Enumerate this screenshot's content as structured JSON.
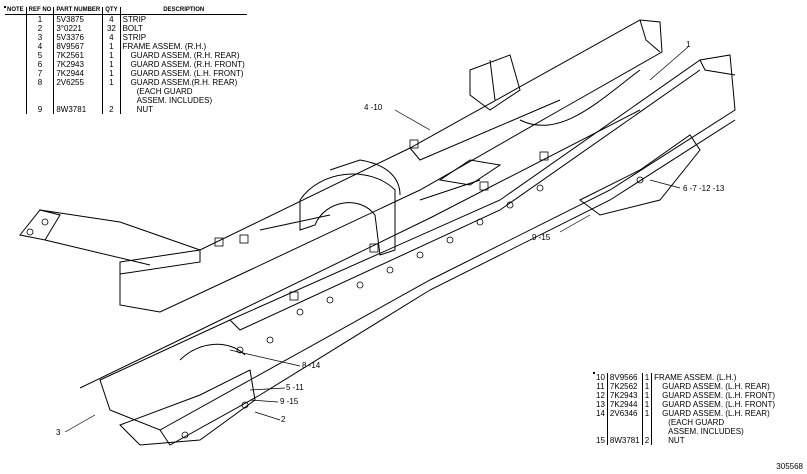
{
  "table1": {
    "headers": [
      "NOTE",
      "REF NO",
      "PART NUMBER",
      "QTY",
      "DESCRIPTION"
    ],
    "rows": [
      {
        "ref": "1",
        "part": "5V3875",
        "qty": "4",
        "desc": "STRIP",
        "indent": 0
      },
      {
        "ref": "2",
        "part": "3°0221",
        "qty": "32",
        "desc": "BOLT",
        "indent": 0
      },
      {
        "ref": "3",
        "part": "5V3376",
        "qty": "4",
        "desc": "STRIP",
        "indent": 0
      },
      {
        "ref": "4",
        "part": "8V9567",
        "qty": "1",
        "desc": "FRAME ASSEM. (R.H.)",
        "indent": 0
      },
      {
        "ref": "5",
        "part": "7K2561",
        "qty": "1",
        "desc": "GUARD ASSEM. (R.H. REAR)",
        "indent": 1
      },
      {
        "ref": "6",
        "part": "7K2943",
        "qty": "1",
        "desc": "GUARD ASSEM. (R.H. FRONT)",
        "indent": 1
      },
      {
        "ref": "7",
        "part": "7K2944",
        "qty": "1",
        "desc": "GUARD ASSEM. (L.H. FRONT)",
        "indent": 1
      },
      {
        "ref": "8",
        "part": "2V6255",
        "qty": "1",
        "desc": "GUARD ASSEM.(R.H. REAR)",
        "indent": 1
      },
      {
        "ref": "",
        "part": "",
        "qty": "",
        "desc": "(EACH GUARD",
        "indent": 2
      },
      {
        "ref": "",
        "part": "",
        "qty": "",
        "desc": "ASSEM. INCLUDES)",
        "indent": 2
      },
      {
        "ref": "9",
        "part": "8W3781",
        "qty": "2",
        "desc": "NUT",
        "indent": 2
      }
    ]
  },
  "table2": {
    "rows": [
      {
        "ref": "10",
        "part": "8V9566",
        "qty": "1",
        "desc": "FRAME ASSEM. (L.H.)",
        "indent": 0
      },
      {
        "ref": "11",
        "part": "7K2562",
        "qty": "1",
        "desc": "GUARD ASSEM. (L.H. REAR)",
        "indent": 1
      },
      {
        "ref": "12",
        "part": "7K2943",
        "qty": "1",
        "desc": "GUARD ASSEM. (L.H. FRONT)",
        "indent": 1
      },
      {
        "ref": "13",
        "part": "7K2944",
        "qty": "1",
        "desc": "GUARD ASSEM. (L.H. FRONT)",
        "indent": 1
      },
      {
        "ref": "14",
        "part": "2V6346",
        "qty": "1",
        "desc": "GUARD ASSEM. (L.H. REAR)",
        "indent": 1
      },
      {
        "ref": "",
        "part": "",
        "qty": "",
        "desc": "(EACH GUARD",
        "indent": 2
      },
      {
        "ref": "",
        "part": "",
        "qty": "",
        "desc": "ASSEM. INCLUDES)",
        "indent": 2
      },
      {
        "ref": "15",
        "part": "8W3781",
        "qty": "2",
        "desc": "NUT",
        "indent": 2
      }
    ]
  },
  "callouts": {
    "c_4_10": "4 -10",
    "c_1": "1",
    "c_6_7_12_13": "6 -7 -12 -13",
    "c_9_15_right": "9 -15",
    "c_8_14": "8 -14",
    "c_5_11": "5 -11",
    "c_9_15_bottom": "9 -15",
    "c_3": "3",
    "c_2": "2"
  },
  "figure_number": "305568"
}
